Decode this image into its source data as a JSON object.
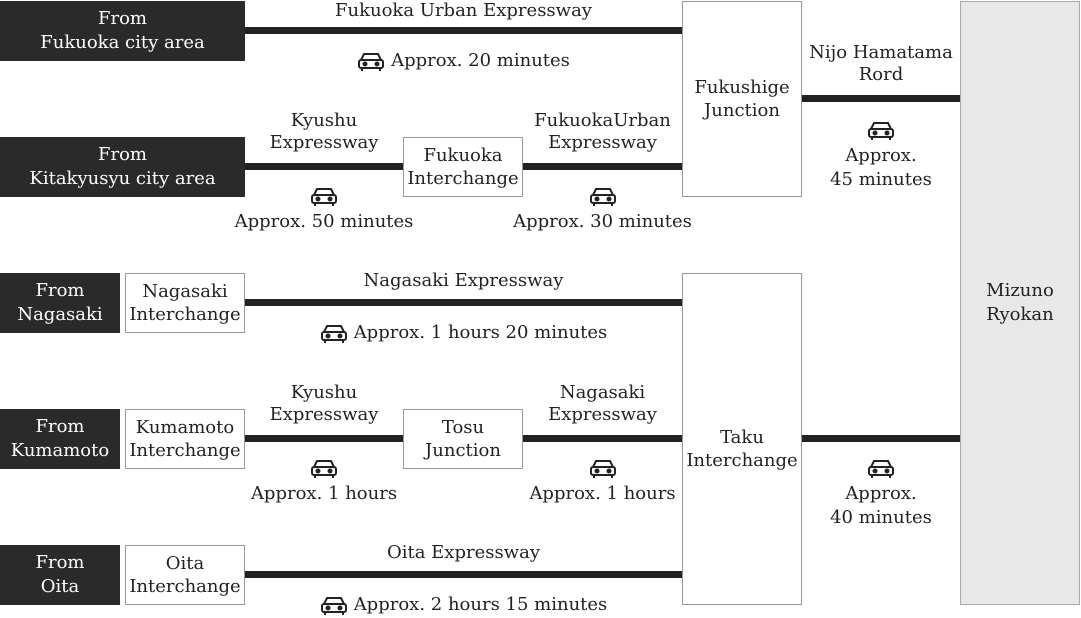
{
  "origins": {
    "fukuoka": [
      "From",
      "Fukuoka city area"
    ],
    "kitakyusyu": [
      "From",
      "Kitakyusyu city area"
    ],
    "nagasaki": [
      "From",
      "Nagasaki"
    ],
    "kumamoto": [
      "From",
      "Kumamoto"
    ],
    "oita": [
      "From",
      "Oita"
    ]
  },
  "nodes": {
    "fukuoka_ic": [
      "Fukuoka",
      "Interchange"
    ],
    "fukushige_jct": [
      "Fukushige",
      "Junction"
    ],
    "nagasaki_ic": [
      "Nagasaki",
      "Interchange"
    ],
    "kumamoto_ic": [
      "Kumamoto",
      "Interchange"
    ],
    "tosu_jct": [
      "Tosu",
      "Junction"
    ],
    "oita_ic": [
      "Oita",
      "Interchange"
    ],
    "taku_ic": [
      "Taku",
      "Interchange"
    ]
  },
  "destination": [
    "Mizuno",
    "Ryokan"
  ],
  "roads": {
    "fukuoka_urban": "Fukuoka Urban Expressway",
    "kyushu_1": [
      "Kyushu",
      "Expressway"
    ],
    "fukuoka_urban_2": [
      "FukuokaUrban",
      "Expressway"
    ],
    "nijo": [
      "Nijo Hamatama",
      "Rord"
    ],
    "nagasaki_exp": "Nagasaki Expressway",
    "kyushu_2": [
      "Kyushu",
      "Expressway"
    ],
    "nagasaki_exp_2": [
      "Nagasaki",
      "Expressway"
    ],
    "oita_exp": "Oita Expressway"
  },
  "times": {
    "fukuoka": "Approx. 20 minutes",
    "kitakyusyu": "Approx. 50 minutes",
    "fukuoka_ic": "Approx. 30 minutes",
    "nijo": [
      "Approx.",
      "45 minutes"
    ],
    "nagasaki": "Approx. 1 hours 20 minutes",
    "kumamoto": "Approx. 1 hours",
    "tosu": "Approx. 1 hours",
    "taku": [
      "Approx.",
      "40 minutes"
    ],
    "oita": "Approx. 2 hours 15 minutes"
  },
  "icons": {
    "car": "car-icon"
  },
  "colors": {
    "origin_bg": "#2a2a2a",
    "road": "#222222",
    "destination_bg": "#e8e8e8",
    "node_border": "#999999"
  }
}
